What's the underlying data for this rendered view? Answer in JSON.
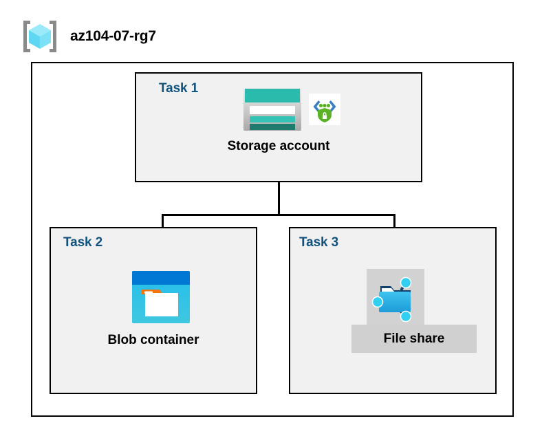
{
  "header": {
    "icon": "resource-group-icon",
    "title": "az104-07-rg7"
  },
  "colors": {
    "task_label": "#12537e",
    "panel_background": "#f1f1f1",
    "border": "#000000",
    "highlight_patch": "#d0d0d0",
    "storage_teal": "#2bbbad",
    "storage_dark_teal": "#1f7a6e",
    "blob_blue": "#0078d4",
    "blob_cyan": "#32c8e8",
    "blob_orange": "#f2760d",
    "fileshare_blue": "#32b0e7",
    "node_cyan": "#32d0f0",
    "shield_green": "#5bb226",
    "chevron_blue": "#3a7fc4",
    "rg_cube_cyan": "#69e0f7",
    "rg_bracket_gray": "#8a8a8a"
  },
  "container": {
    "name": "resource-group-container"
  },
  "tasks": [
    {
      "id": "task1",
      "label": "Task 1",
      "node_label": "Storage account",
      "icons": [
        "storage-account-icon",
        "storage-encryption-icon"
      ]
    },
    {
      "id": "task2",
      "label": "Task 2",
      "node_label": "Blob container",
      "icons": [
        "blob-container-icon"
      ]
    },
    {
      "id": "task3",
      "label": "Task 3",
      "node_label": "File share",
      "icons": [
        "file-share-icon"
      ]
    }
  ],
  "connectors": [
    {
      "name": "storage-to-branch-trunk",
      "from": "task1",
      "to": "branch-point"
    },
    {
      "name": "branch-crossbar",
      "from": "branch-point",
      "to": "branch-point"
    },
    {
      "name": "branch-to-blob-container",
      "from": "branch-point",
      "to": "task2"
    },
    {
      "name": "branch-to-file-share",
      "from": "branch-point",
      "to": "task3"
    }
  ]
}
